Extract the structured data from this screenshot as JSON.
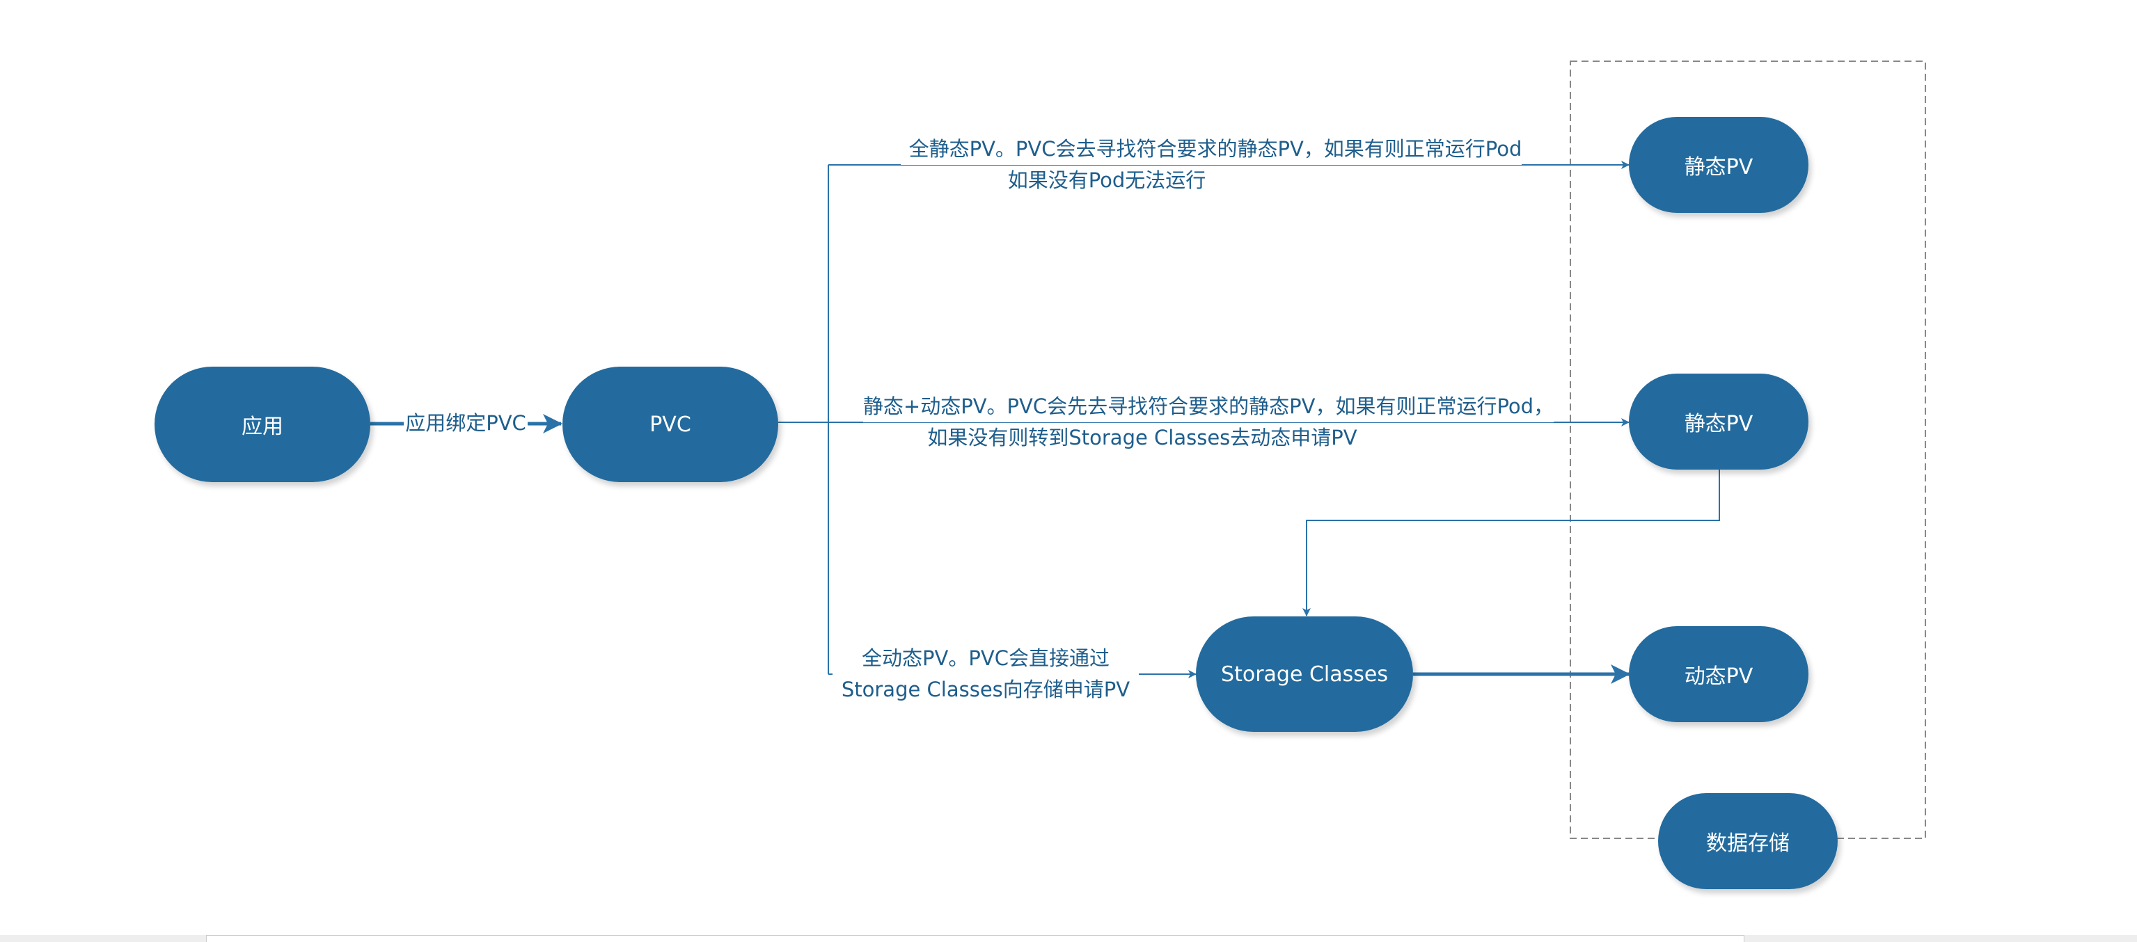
{
  "nodes": {
    "app": "应用",
    "pvc": "PVC",
    "storage_classes": "Storage Classes",
    "static_pv_1": "静态PV",
    "static_pv_2": "静态PV",
    "dynamic_pv": "动态PV",
    "data_storage": "数据存储"
  },
  "edges": {
    "app_to_pvc": "应用绑定PVC",
    "full_static": {
      "line1": "全静态PV。PVC会去寻找符合要求的静态PV，如果有则正常运行Pod",
      "line2": "如果没有Pod无法运行"
    },
    "static_dynamic": {
      "line1": "静态+动态PV。PVC会先去寻找符合要求的静态PV，如果有则正常运行Pod，",
      "line2": "如果没有则转到Storage Classes去动态申请PV"
    },
    "full_dynamic": {
      "line1": "全动态PV。PVC会直接通过",
      "line2": "Storage Classes向存储申请PV"
    }
  },
  "colors": {
    "node_fill": "#236b9e",
    "node_text": "#ffffff",
    "edge": "#2a72a8",
    "label_text": "#1e5e8c",
    "group_border": "#888888"
  }
}
